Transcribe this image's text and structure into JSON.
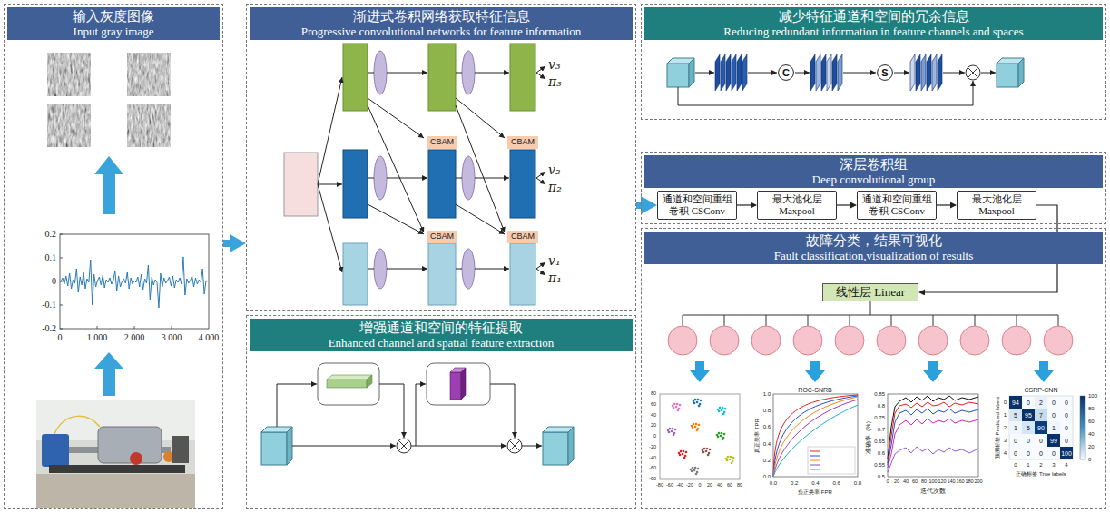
{
  "diagram": {
    "nodes": [
      {
        "text": [
          "输入灰度图像",
          "Input gray image"
        ]
      },
      {
        "text": [
          "渐进式卷积网络获取特征信息",
          "Progressive convolutional networks for feature information"
        ]
      },
      {
        "text": [
          "CBAM"
        ],
        "in": 1
      },
      {
        "text": [
          "CBAM"
        ],
        "in": 1
      },
      {
        "text": [
          "CBAM"
        ],
        "in": 1
      },
      {
        "text": [
          "CBAM"
        ],
        "in": 1
      },
      {
        "text": [
          "增强通道和空间的特征提取",
          "Enhanced channel and spatial feature extraction"
        ]
      },
      {
        "text": [
          "减少特征通道和空间的冗余信息",
          "Reducing redundant information in feature channels and spaces"
        ]
      },
      {
        "text": [
          "C"
        ],
        "in": 7
      },
      {
        "text": [
          "S"
        ],
        "in": 7
      },
      {
        "text": [
          "深层卷积组",
          "Deep convolutional group"
        ]
      },
      {
        "text": [
          "通道和空间重组卷积 CSConv"
        ],
        "in": 10
      },
      {
        "text": [
          "最大池化层 Maxpool"
        ],
        "in": 10
      },
      {
        "text": [
          "通道和空间重组卷积 CSConv"
        ],
        "in": 10
      },
      {
        "text": [
          "最大池化层 Maxpool"
        ],
        "in": 10
      },
      {
        "text": [
          "故障分类，结果可视化",
          "Fault classification,visualization of results"
        ]
      },
      {
        "text": [
          "线性层 Linear"
        ],
        "in": 15
      }
    ],
    "edges": [
      {
        "from": 0,
        "to": 1,
        "arrow": "to"
      },
      {
        "from": 1,
        "to": 11,
        "arrow": "to"
      },
      {
        "from": 11,
        "to": 12,
        "arrow": "to"
      },
      {
        "from": 12,
        "to": 13,
        "arrow": "to"
      },
      {
        "from": 13,
        "to": 14,
        "arrow": "to"
      },
      {
        "from": 14,
        "to": 16,
        "arrow": "to"
      }
    ],
    "labels": [
      "0.2",
      "0.1",
      "0",
      "-0.1",
      "-0.2",
      "0",
      "1 000",
      "2 000",
      "3 000",
      "4 000",
      "v₃",
      "π₃",
      "v₂",
      "π₂",
      "v₁",
      "π₁",
      "-80",
      "-60",
      "-40",
      "-20",
      "0",
      "20",
      "40",
      "60",
      "80",
      "80",
      "60",
      "40",
      "20",
      "0",
      "-20",
      "-40",
      "-60",
      "-80",
      "ROC-SNRB",
      "1.0",
      "0.8",
      "0.6",
      "0.4",
      "0.2",
      "0.0",
      "真正类率 TPR",
      "0.0",
      "0.2",
      "0.4",
      "0.6",
      "0.8",
      "负正类率 FPR",
      "0.85",
      "0.8",
      "0.75",
      "0.7",
      "0.65",
      "0.6",
      "0.55",
      "0.5",
      "准确率（%）",
      "0",
      "20",
      "40",
      "60",
      "80",
      "100",
      "120",
      "140",
      "160",
      "180",
      "200",
      "迭代次数",
      "CSRP-CNN",
      "94",
      "0",
      "2",
      "0",
      "0",
      "5",
      "95",
      "7",
      "0",
      "0",
      "1",
      "5",
      "90",
      "1",
      "0",
      "0",
      "0",
      "0",
      "99",
      "0",
      "0",
      "0",
      "0",
      "0",
      "100",
      "0",
      "1",
      "2",
      "3",
      "4",
      "预测标签 Predicted labels",
      "0",
      "1",
      "2",
      "3",
      "4",
      "正确标签 True labels",
      "100",
      "80",
      "60",
      "40",
      "20",
      "0"
    ]
  }
}
